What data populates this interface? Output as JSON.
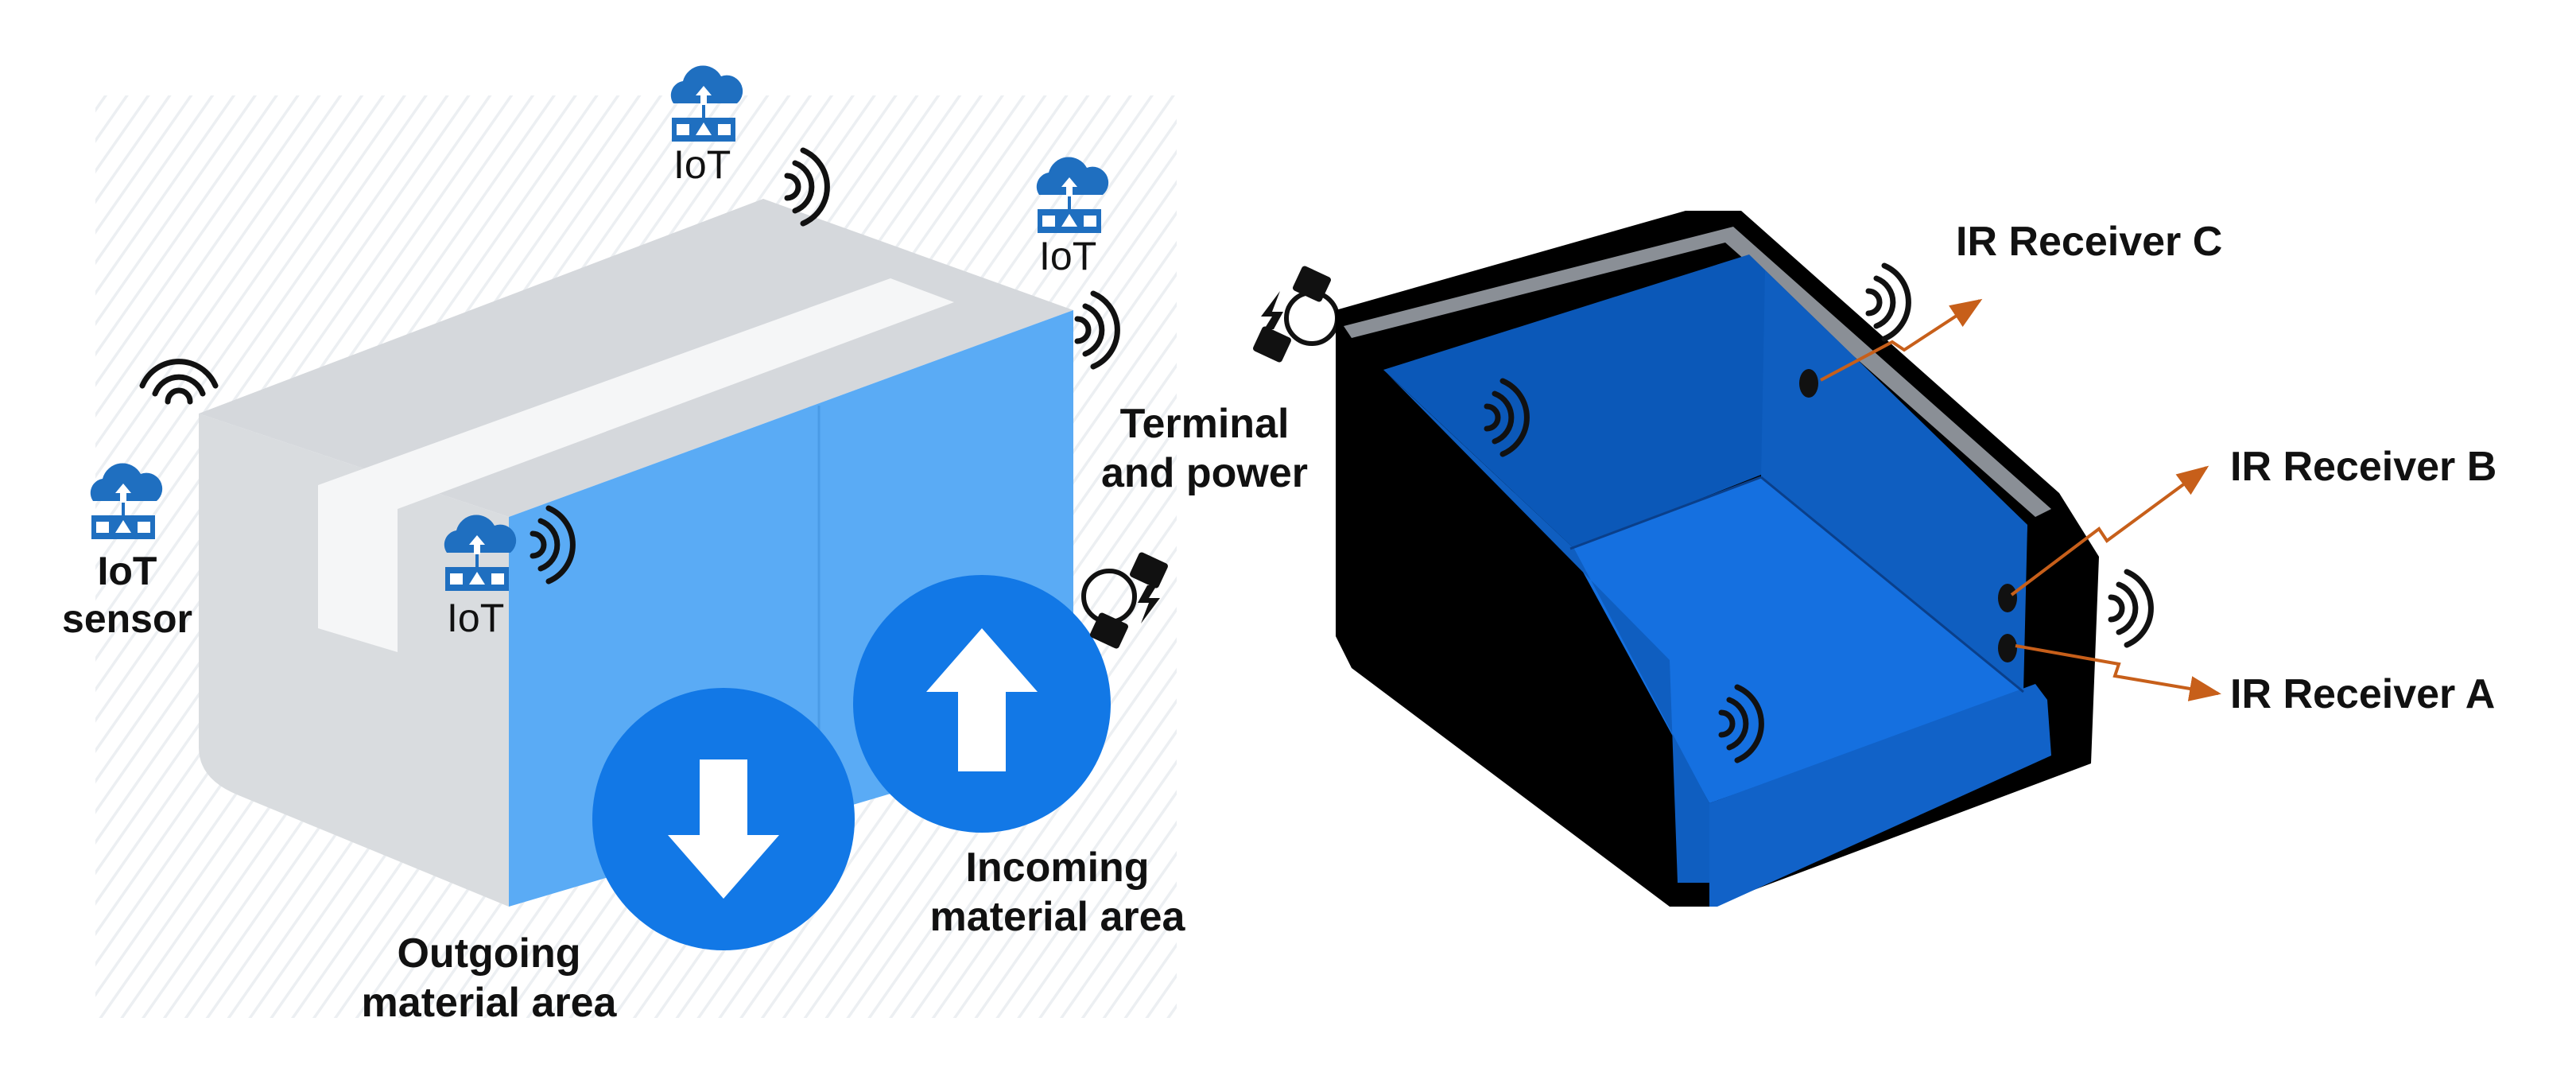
{
  "left_panel": {
    "iot_top": "IoT",
    "iot_top_right": "IoT",
    "iot_center": "IoT",
    "iot_sensor_line1": "IoT",
    "iot_sensor_line2": "sensor",
    "terminal_line1": "Terminal",
    "terminal_line2": "and power",
    "incoming_line1": "Incoming",
    "incoming_line2": "material area",
    "outgoing_line1": "Outgoing",
    "outgoing_line2": "material area"
  },
  "right_panel": {
    "receiver_c": "IR Receiver C",
    "receiver_b": "IR Receiver B",
    "receiver_a": "IR Receiver A"
  },
  "colors": {
    "box_blue": "#5aabf5",
    "arrow_circle": "#1278e6",
    "bin_blue": "#1162c8",
    "bin_black": "#000000",
    "ir_arrow": "#c75f1a",
    "iot_icon": "#1f6fc0"
  }
}
